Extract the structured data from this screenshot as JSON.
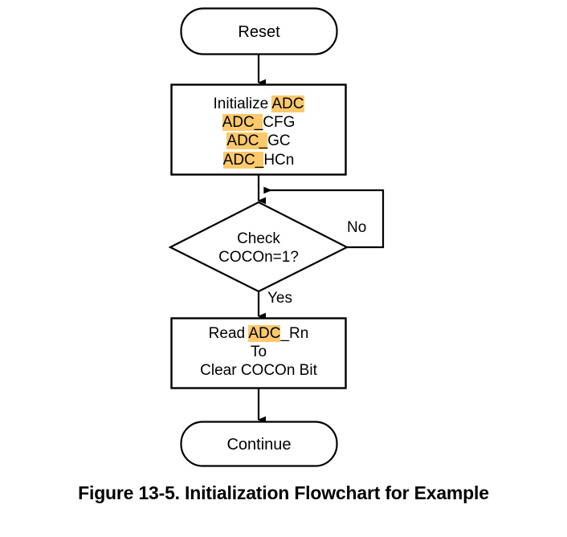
{
  "figure": {
    "caption": "Figure 13-5. Initialization Flowchart for Example",
    "highlight_color": "#fbc96b",
    "line_color": "#000000",
    "background_color": "#ffffff"
  },
  "flowchart": {
    "type": "flowchart",
    "nodes": [
      {
        "id": "reset",
        "shape": "terminal",
        "label": "Reset"
      },
      {
        "id": "initialize-adc",
        "shape": "process",
        "lines": [
          {
            "plain_prefix": "Initialize ",
            "highlight": "ADC",
            "plain_suffix": ""
          },
          {
            "plain_prefix": "",
            "highlight": "ADC_",
            "plain_suffix": "CFG"
          },
          {
            "plain_prefix": "",
            "highlight": "ADC_",
            "plain_suffix": "GC"
          },
          {
            "plain_prefix": "",
            "highlight": "ADC_",
            "plain_suffix": "HCn"
          }
        ]
      },
      {
        "id": "check-cocon",
        "shape": "decision",
        "line1": "Check",
        "line2": "COCOn=1?"
      },
      {
        "id": "read-adc-rn",
        "shape": "process",
        "lines": [
          {
            "plain_prefix": "Read ",
            "highlight": "ADC",
            "plain_suffix": "_Rn"
          },
          {
            "plain_prefix": "To",
            "highlight": "",
            "plain_suffix": ""
          },
          {
            "plain_prefix": "Clear COCOn Bit",
            "highlight": "",
            "plain_suffix": ""
          }
        ]
      },
      {
        "id": "continue",
        "shape": "terminal",
        "label": "Continue"
      }
    ],
    "edges": [
      {
        "from": "reset",
        "to": "initialize-adc",
        "label": ""
      },
      {
        "from": "initialize-adc",
        "to": "check-cocon",
        "label": ""
      },
      {
        "from": "check-cocon",
        "to": "check-cocon",
        "label": "No"
      },
      {
        "from": "check-cocon",
        "to": "read-adc-rn",
        "label": "Yes"
      },
      {
        "from": "read-adc-rn",
        "to": "continue",
        "label": ""
      }
    ],
    "labels": {
      "no": "No",
      "yes": "Yes"
    }
  }
}
